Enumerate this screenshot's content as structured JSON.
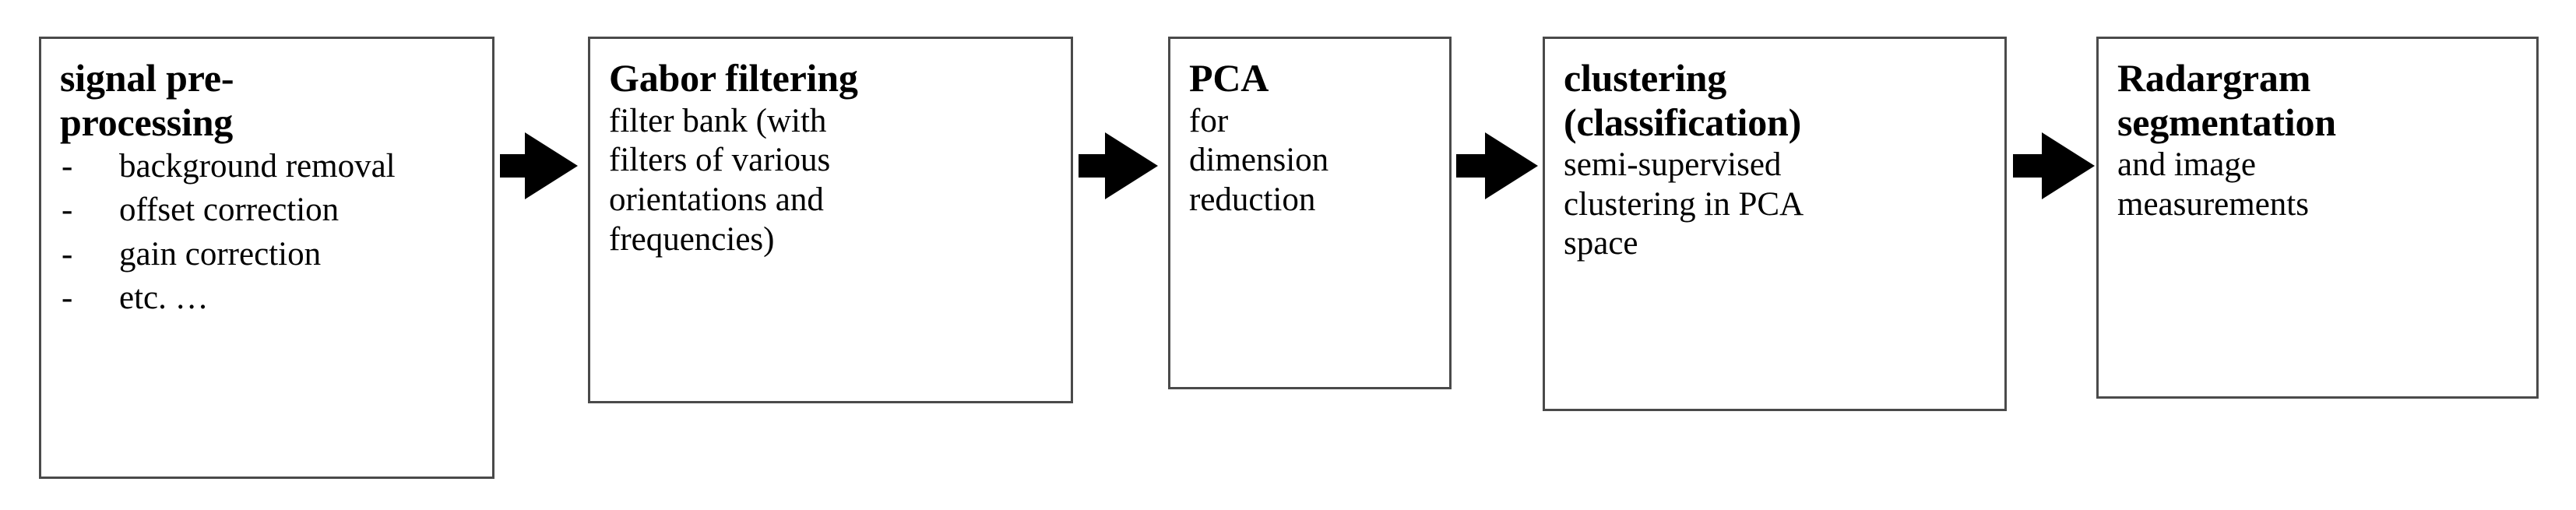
{
  "diagram": {
    "type": "process-flowchart",
    "orientation": "left-to-right",
    "background_color": "#ffffff",
    "box_border_color": "#4a4a4a",
    "arrow_color": "#000000",
    "stage_count": 5,
    "arrow_count": 4
  },
  "stages": [
    {
      "id": "signal-preprocessing",
      "title": "signal pre-\nprocessing",
      "subtitle": "",
      "bullets": [
        {
          "marker": "-",
          "text": "background\nremoval"
        },
        {
          "marker": "-",
          "text": "offset correction"
        },
        {
          "marker": "-",
          "text": "gain correction"
        },
        {
          "marker": "-",
          "text": "etc. …"
        }
      ]
    },
    {
      "id": "gabor-filtering",
      "title": "Gabor filtering",
      "subtitle": "filter bank (with\nfilters of various\norientations and\nfrequencies)",
      "bullets": []
    },
    {
      "id": "pca",
      "title": "PCA",
      "subtitle": "for\ndimension\nreduction",
      "bullets": []
    },
    {
      "id": "clustering",
      "title": "clustering\n(classification)",
      "subtitle": "semi-supervised\nclustering in PCA\nspace",
      "bullets": []
    },
    {
      "id": "radargram-segmentation",
      "title": "Radargram\nsegmentation",
      "subtitle": "and image\nmeasurements",
      "bullets": []
    }
  ],
  "arrows": [
    {
      "id": "arrow-1",
      "from": "signal-preprocessing",
      "to": "gabor-filtering",
      "glyph": "➡"
    },
    {
      "id": "arrow-2",
      "from": "gabor-filtering",
      "to": "pca",
      "glyph": "➡"
    },
    {
      "id": "arrow-3",
      "from": "pca",
      "to": "clustering",
      "glyph": "➡"
    },
    {
      "id": "arrow-4",
      "from": "clustering",
      "to": "radargram-segmentation",
      "glyph": "➡"
    }
  ]
}
